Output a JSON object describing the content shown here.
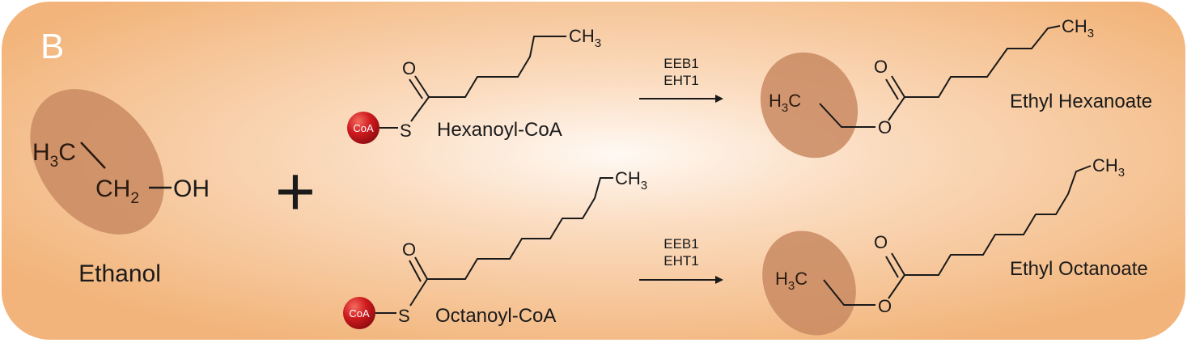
{
  "panel": {
    "letter": "B"
  },
  "ethanol": {
    "label": "Ethanol",
    "atoms": {
      "h3c_h": "H",
      "h3c_sub": "3",
      "h3c_c": "C",
      "ch2_ch": "CH",
      "ch2_sub": "2",
      "oh": "OH"
    }
  },
  "plus_sign": "+",
  "hexanoyl": {
    "label": "Hexanoyl-CoA",
    "coa": "CoA",
    "s": "S",
    "o": "O",
    "ch3_ch": "CH",
    "ch3_sub": "3"
  },
  "octanoyl": {
    "label": "Octanoyl-CoA",
    "coa": "CoA",
    "s": "S",
    "o": "O",
    "ch3_ch": "CH",
    "ch3_sub": "3"
  },
  "reaction_top": {
    "enzyme1": "EEB1",
    "enzyme2": "EHT1"
  },
  "reaction_bottom": {
    "enzyme1": "EEB1",
    "enzyme2": "EHT1"
  },
  "ethyl_hexanoate": {
    "label": "Ethyl Hexanoate",
    "h3c_h": "H",
    "h3c_sub": "3",
    "h3c_c": "C",
    "o_carbonyl": "O",
    "o_ester": "O",
    "ch3_ch": "CH",
    "ch3_sub": "3"
  },
  "ethyl_octanoate": {
    "label": "Ethyl Octanoate",
    "h3c_h": "H",
    "h3c_sub": "3",
    "h3c_c": "C",
    "o_carbonyl": "O",
    "o_ester": "O",
    "ch3_ch": "CH",
    "ch3_sub": "3"
  },
  "colors": {
    "background_edge": "#f2b47a",
    "background_center": "#fff7f0",
    "highlight_ellipse": "#c98a62",
    "coa_ball": "#c8141a",
    "bond": "#1a1a1a"
  }
}
